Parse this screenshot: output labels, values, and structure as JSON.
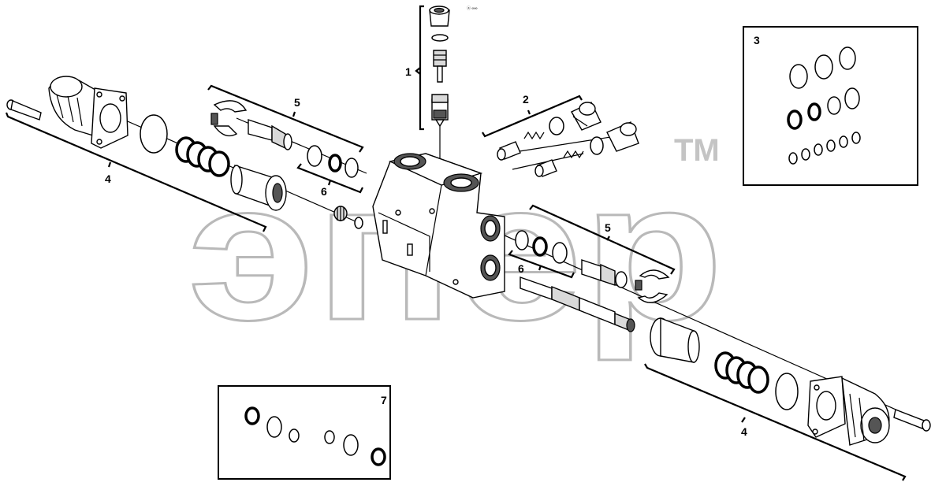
{
  "watermark": {
    "text": "эпер",
    "trademark": "TM"
  },
  "small_ref": "ⓐ ∞∞",
  "callouts": {
    "c1": "1",
    "c2": "2",
    "c3": "3",
    "c4_left": "4",
    "c4_right": "4",
    "c5_top": "5",
    "c5_mid": "5",
    "c6_left": "6",
    "c6_mid": "6",
    "c7": "7"
  }
}
